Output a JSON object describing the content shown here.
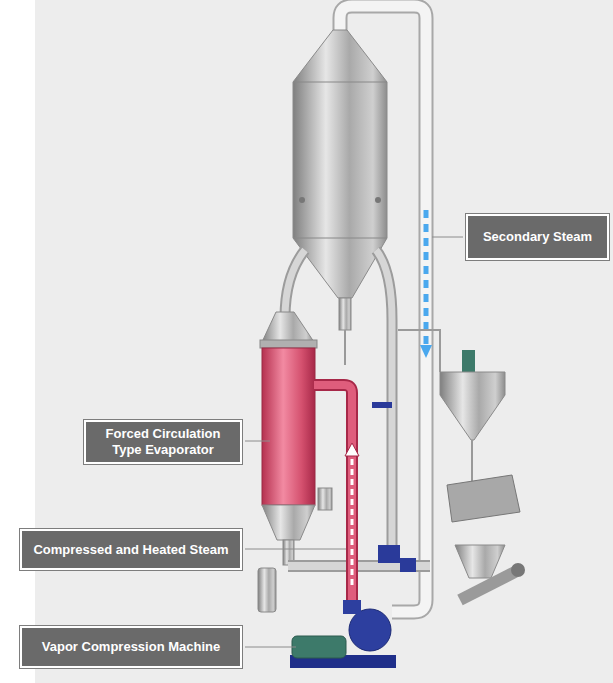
{
  "diagram": {
    "nodes": [
      {
        "text": [
          "Secondary Steam"
        ]
      },
      {
        "text": [
          "Forced Circulation Type Evaporator"
        ]
      },
      {
        "text": [
          "Compressed and Heated Steam"
        ]
      },
      {
        "text": [
          "Vapor Compression Machine"
        ]
      }
    ]
  }
}
